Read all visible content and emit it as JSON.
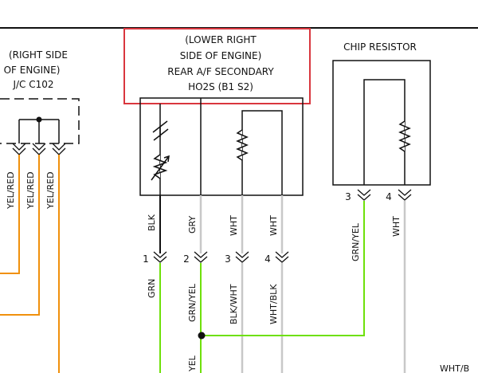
{
  "left_connector": {
    "title_lines": [
      "(RIGHT SIDE",
      "OF ENGINE)",
      "J/C C102"
    ],
    "wire_labels": [
      "YEL/RED",
      "YEL/RED",
      "YEL/RED"
    ]
  },
  "sensor": {
    "title_lines": [
      "(LOWER RIGHT",
      "SIDE OF ENGINE)",
      "REAR A/F SECONDARY",
      "HO2S (B1 S2)"
    ],
    "highlight_color": "#d9363e",
    "wires_top": [
      "BLK",
      "GRY",
      "WHT",
      "WHT"
    ],
    "pins": [
      "1",
      "2",
      "3",
      "4"
    ],
    "wires_bottom": [
      "GRN",
      "GRN/YEL",
      "BLK/WHT",
      "WHT/BLK"
    ],
    "wire_continuation": "YEL"
  },
  "chip_resistor": {
    "title": "CHIP RESISTOR",
    "pins": [
      "3",
      "4"
    ],
    "wire_labels": [
      "GRN/YEL",
      "WHT"
    ]
  },
  "right_edge_label": "WHT/B",
  "colors": {
    "orange": "#f0900c",
    "green": "#6ee00a",
    "gray": "#c8c8c8",
    "black": "#111111"
  }
}
